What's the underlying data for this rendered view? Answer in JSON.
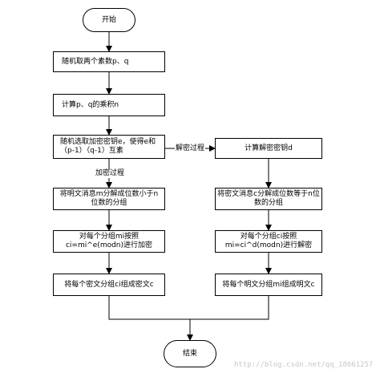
{
  "nodes": {
    "start": "开始",
    "gen_primes": "随机取两个素数p、q",
    "compute_n": "计算p、q的乘积n",
    "choose_e": "随机选取加密密钥e，使得e和\n（p-1）（q-1）互素",
    "compute_d": "计算解密密钥d",
    "split_plain": "将明文消息m分解成位数小于n\n位数的分组",
    "split_cipher": "将密文消息c分解成位数等于n位\n数的分组",
    "encrypt": "对每个分组mi按照\nci=mi^e(modn)进行加密",
    "decrypt": "对每个分组ci按照\nmi=ci^d(modn)进行解密",
    "merge_cipher": "将每个密文分组ci组成密文c",
    "merge_plain": "将每个明文分组mi组成明文c",
    "end": "结束"
  },
  "edge_labels": {
    "decrypt_process": "解密过程",
    "encrypt_process": "加密过程"
  },
  "watermark": "http://blog.csdn.net/qq_18661257"
}
